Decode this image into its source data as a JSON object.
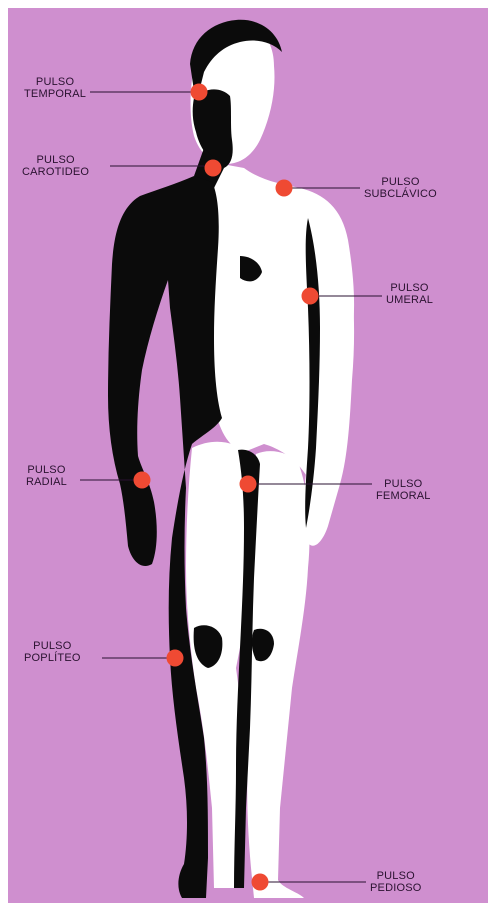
{
  "colors": {
    "background": "#cf8fcf",
    "figure_dark": "#0b0b0b",
    "figure_light": "#ffffff",
    "pulse_dot": "#ef4a33",
    "leader_line": "#2a1230"
  },
  "pulses": [
    {
      "id": "temporal",
      "line1": "PULSO",
      "line2": "TEMPORAL"
    },
    {
      "id": "carotideo",
      "line1": "PULSO",
      "line2": "CAROTIDEO"
    },
    {
      "id": "subclavico",
      "line1": "PULSO",
      "line2": "SUBCLÁVICO"
    },
    {
      "id": "umeral",
      "line1": "PULSO",
      "line2": "UMERAL"
    },
    {
      "id": "radial",
      "line1": "PULSO",
      "line2": "RADIAL"
    },
    {
      "id": "femoral",
      "line1": "PULSO",
      "line2": "FEMORAL"
    },
    {
      "id": "popliteo",
      "line1": "PULSO",
      "line2": "POPLÍTEO"
    },
    {
      "id": "pedioso",
      "line1": "PULSO",
      "line2": "PEDIOSO"
    }
  ]
}
